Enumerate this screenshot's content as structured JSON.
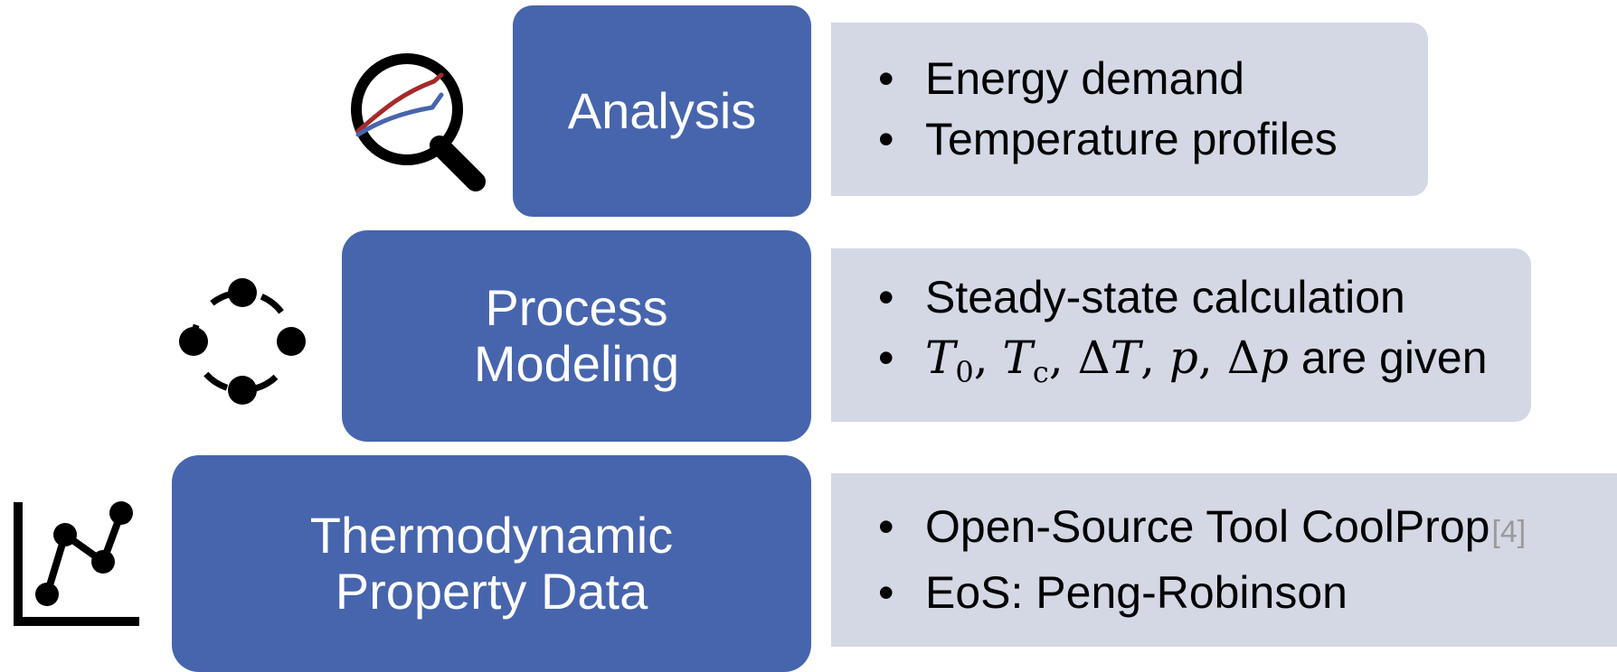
{
  "layers": [
    {
      "title_lines": [
        "Analysis"
      ],
      "icon": "magnifier-chart-icon",
      "bullets": [
        "Energy demand",
        "Temperature profiles"
      ]
    },
    {
      "title_lines": [
        "Process",
        "Modeling"
      ],
      "icon": "process-cycle-icon",
      "bullets": [
        "Steady-state calculation"
      ],
      "given_text": "are given",
      "symbols": {
        "t0": "T",
        "t0_sub": "0",
        "tc": "T",
        "tc_sub": "c",
        "delta_t_delta": "Δ",
        "delta_t": "T",
        "p": "p",
        "delta_p_delta": "Δ",
        "delta_p": "p",
        "sep": ","
      }
    },
    {
      "title_lines": [
        "Thermodynamic",
        "Property Data"
      ],
      "icon": "line-chart-icon",
      "bullets": [
        "Open-Source Tool CoolProp",
        "EoS: Peng-Robinson"
      ],
      "reference": "[4]"
    }
  ],
  "bullet_char": "•",
  "colors": {
    "block": "#4765ad",
    "panel": "#d4d8e5",
    "curve_red": "#a52a2a",
    "curve_blue": "#4765ad"
  }
}
